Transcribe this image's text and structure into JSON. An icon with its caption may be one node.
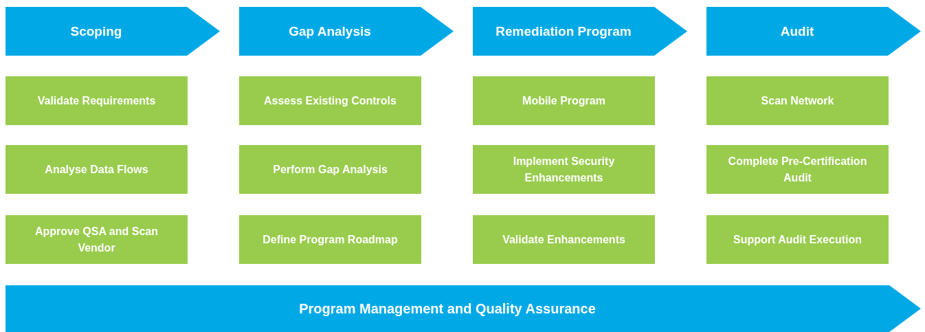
{
  "diagram": {
    "nodes": [
      {
        "text": [
          "Scoping"
        ]
      },
      {
        "text": [
          "Gap Analysis"
        ]
      },
      {
        "text": [
          "Remediation Program"
        ]
      },
      {
        "text": [
          "Audit"
        ]
      },
      {
        "text": [
          "Validate Requirements"
        ]
      },
      {
        "text": [
          "Assess Existing Controls"
        ]
      },
      {
        "text": [
          "Mobile Program"
        ]
      },
      {
        "text": [
          "Scan Network"
        ]
      },
      {
        "text": [
          "Analyse Data Flows"
        ]
      },
      {
        "text": [
          "Perform Gap Analysis"
        ]
      },
      {
        "text": [
          "Implement Security Enhancements"
        ]
      },
      {
        "text": [
          "Complete Pre-Certification Audit"
        ]
      },
      {
        "text": [
          "Approve QSA and Scan Vendor"
        ]
      },
      {
        "text": [
          "Define Program Roadmap"
        ]
      },
      {
        "text": [
          "Validate Enhancements"
        ]
      },
      {
        "text": [
          "Support Audit Execution"
        ]
      },
      {
        "text": [
          "Program Management and Quality Assurance"
        ]
      }
    ]
  }
}
